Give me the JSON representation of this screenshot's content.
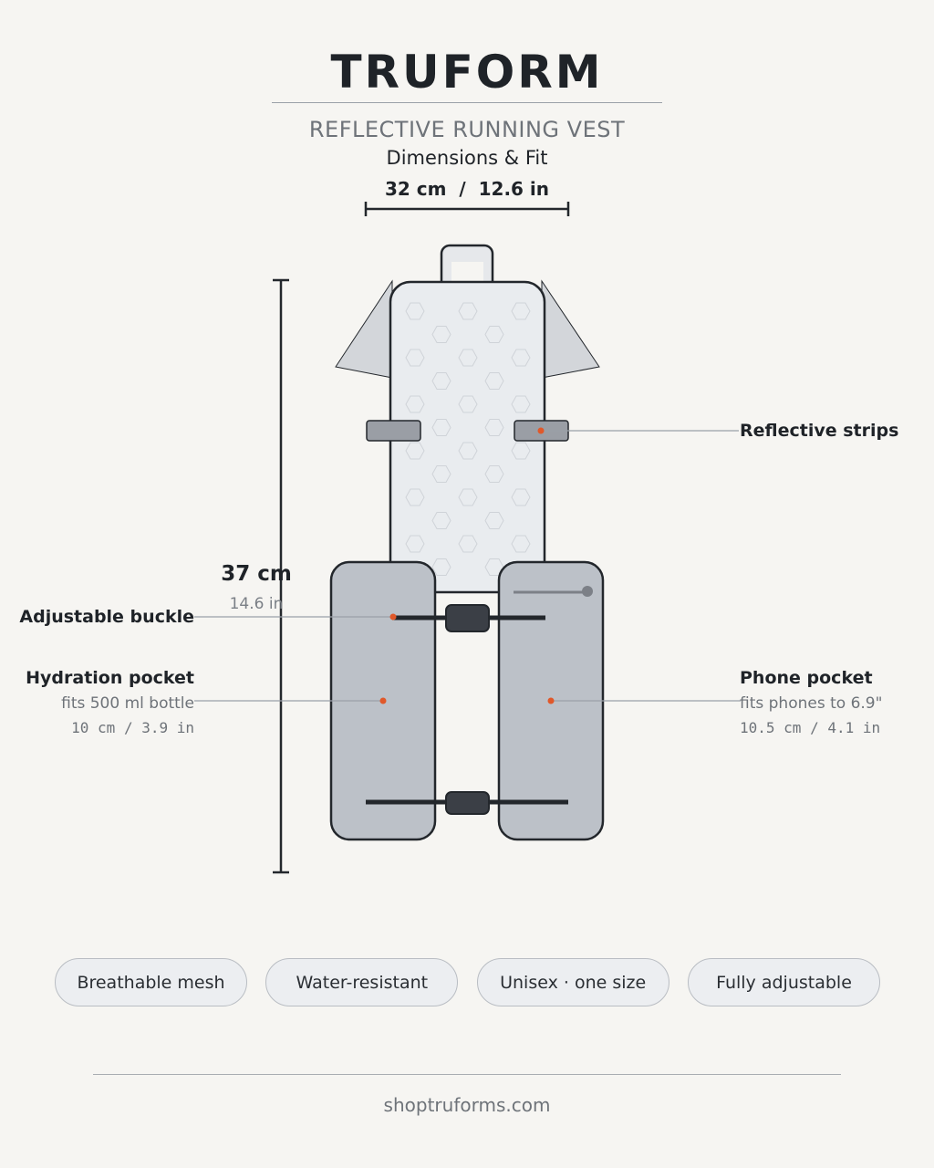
{
  "header": {
    "brand": "TRUFORM",
    "product": "REFLECTIVE RUNNING VEST",
    "subtitle": "Dimensions & Fit"
  },
  "dimensions": {
    "width": "32 cm  /  12.6 in",
    "height_cm": "37 cm",
    "height_in": "14.6 in"
  },
  "callouts": {
    "reflective": {
      "title": "Reflective strips"
    },
    "buckle": {
      "title": "Adjustable buckle"
    },
    "hydration": {
      "title": "Hydration pocket",
      "note": "fits 500 ml bottle",
      "size": "10 cm / 3.9 in"
    },
    "phone": {
      "title": "Phone pocket",
      "note": "fits phones to 6.9\"",
      "size": "10.5 cm / 4.1 in"
    }
  },
  "features": [
    "Breathable mesh",
    "Water-resistant",
    "Unisex · one size",
    "Fully adjustable"
  ],
  "footer": {
    "url": "shoptruforms.com"
  },
  "colors": {
    "accent": "#e0582a",
    "outline": "#23272c",
    "panel": "#e9ecef",
    "pocket": "#bcc1c8",
    "strip": "#9a9ea5",
    "background": "#f6f5f2"
  }
}
